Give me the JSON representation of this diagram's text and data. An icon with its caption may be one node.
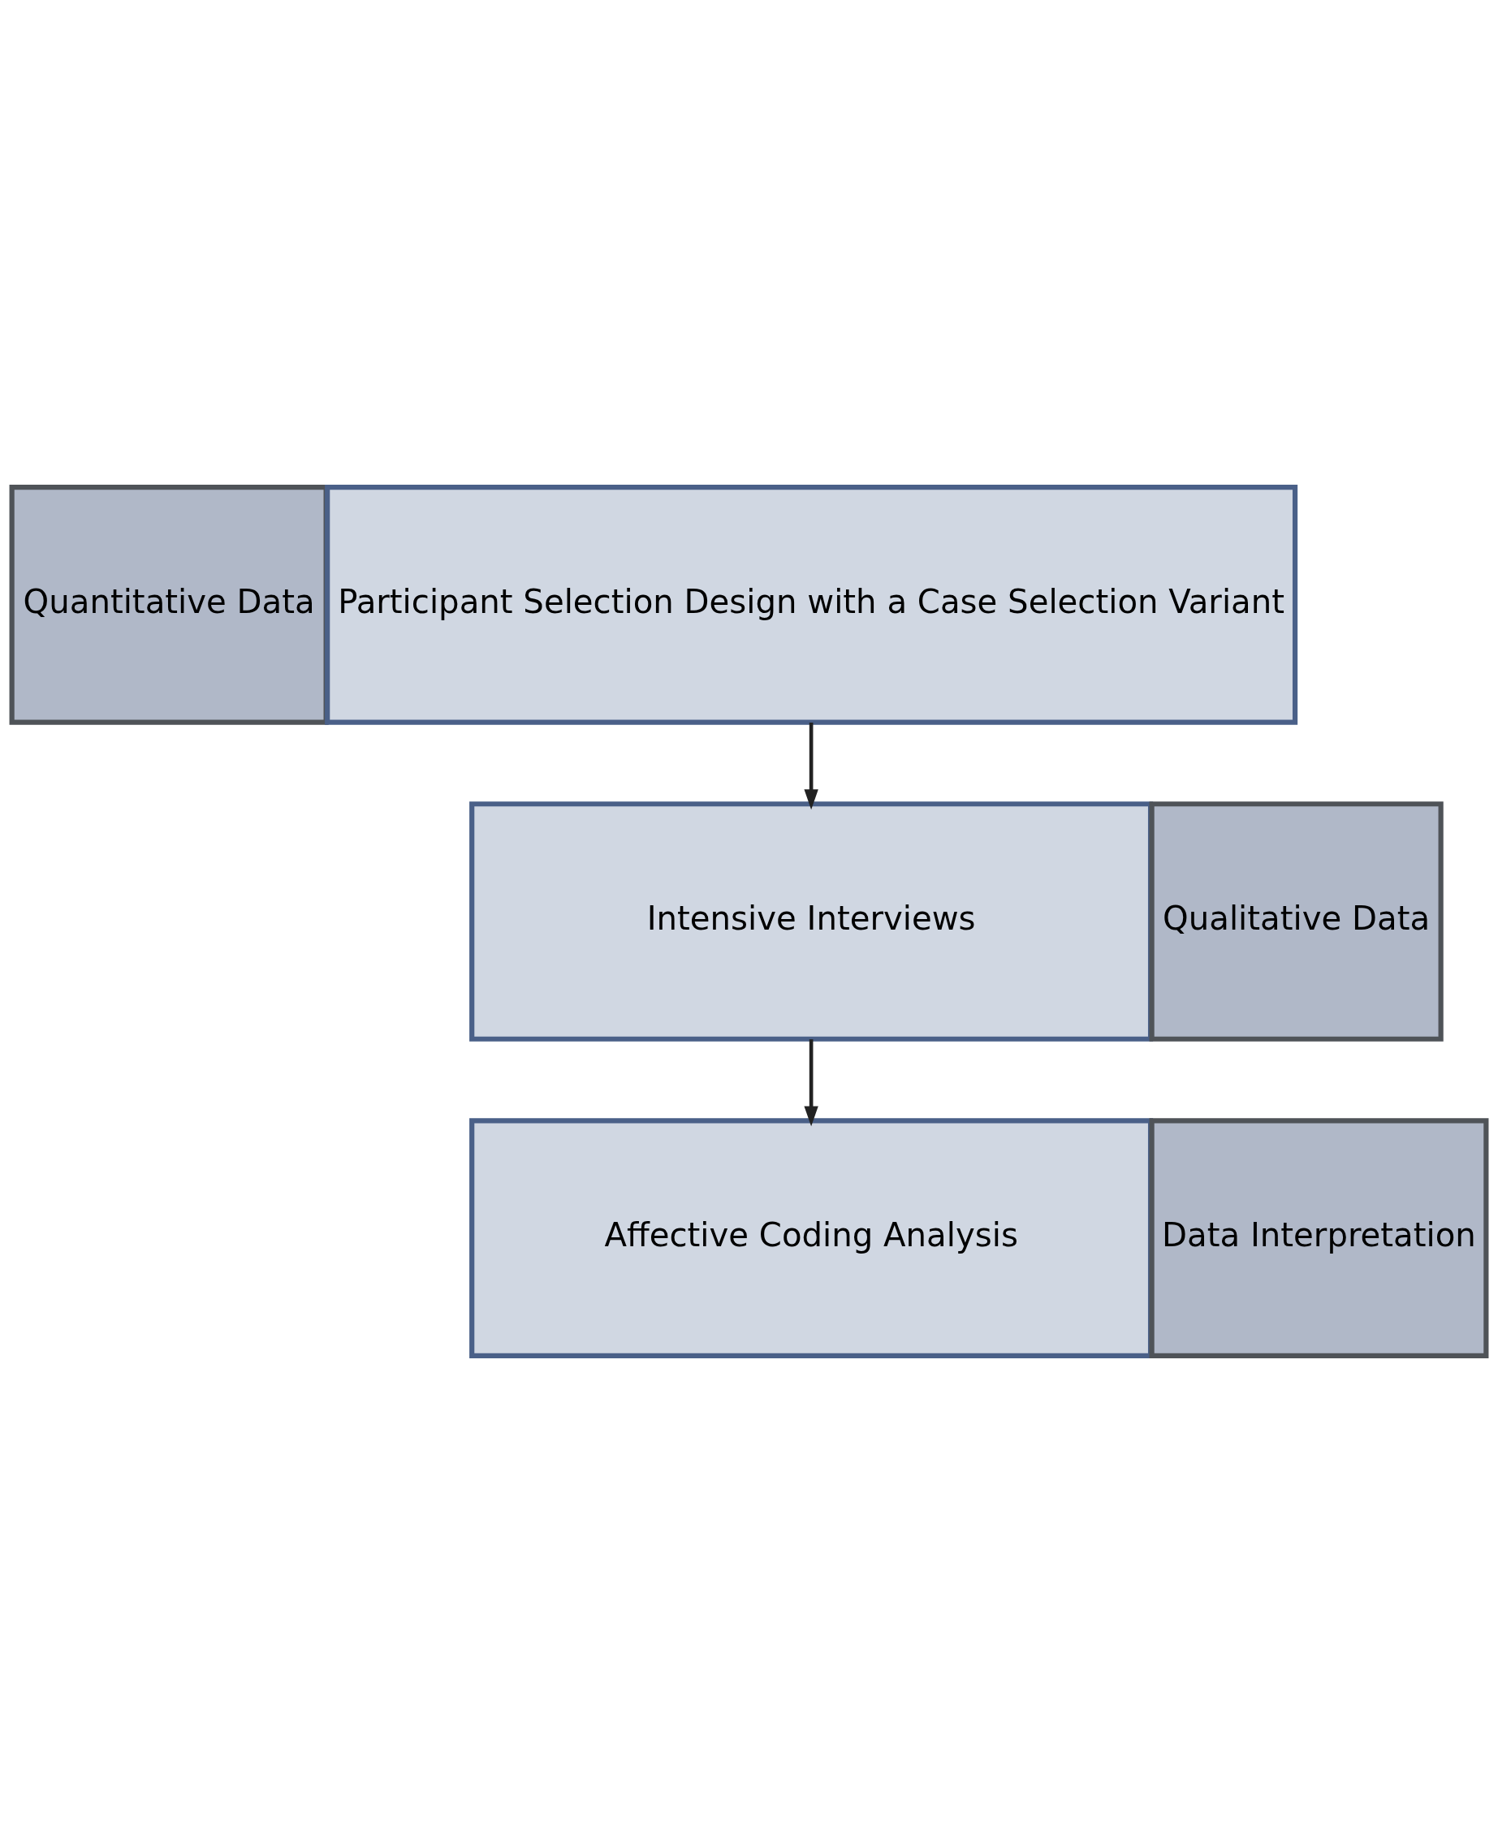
{
  "diagram": {
    "nodes": [
      {
        "text": [
          "Quantitative Data"
        ]
      },
      {
        "text": [
          "Participant Selection Design with a Case Selection Variant"
        ]
      },
      {
        "text": [
          "Qualitative Data"
        ]
      },
      {
        "text": [
          "Intensive Interviews"
        ]
      },
      {
        "text": [
          "Data Interpretation"
        ]
      },
      {
        "text": [
          "Affective Coding Analysis"
        ]
      }
    ],
    "edges": [
      {
        "from": 1,
        "to": 3,
        "arrow": "to"
      },
      {
        "from": 3,
        "to": 5,
        "arrow": "to"
      }
    ]
  }
}
